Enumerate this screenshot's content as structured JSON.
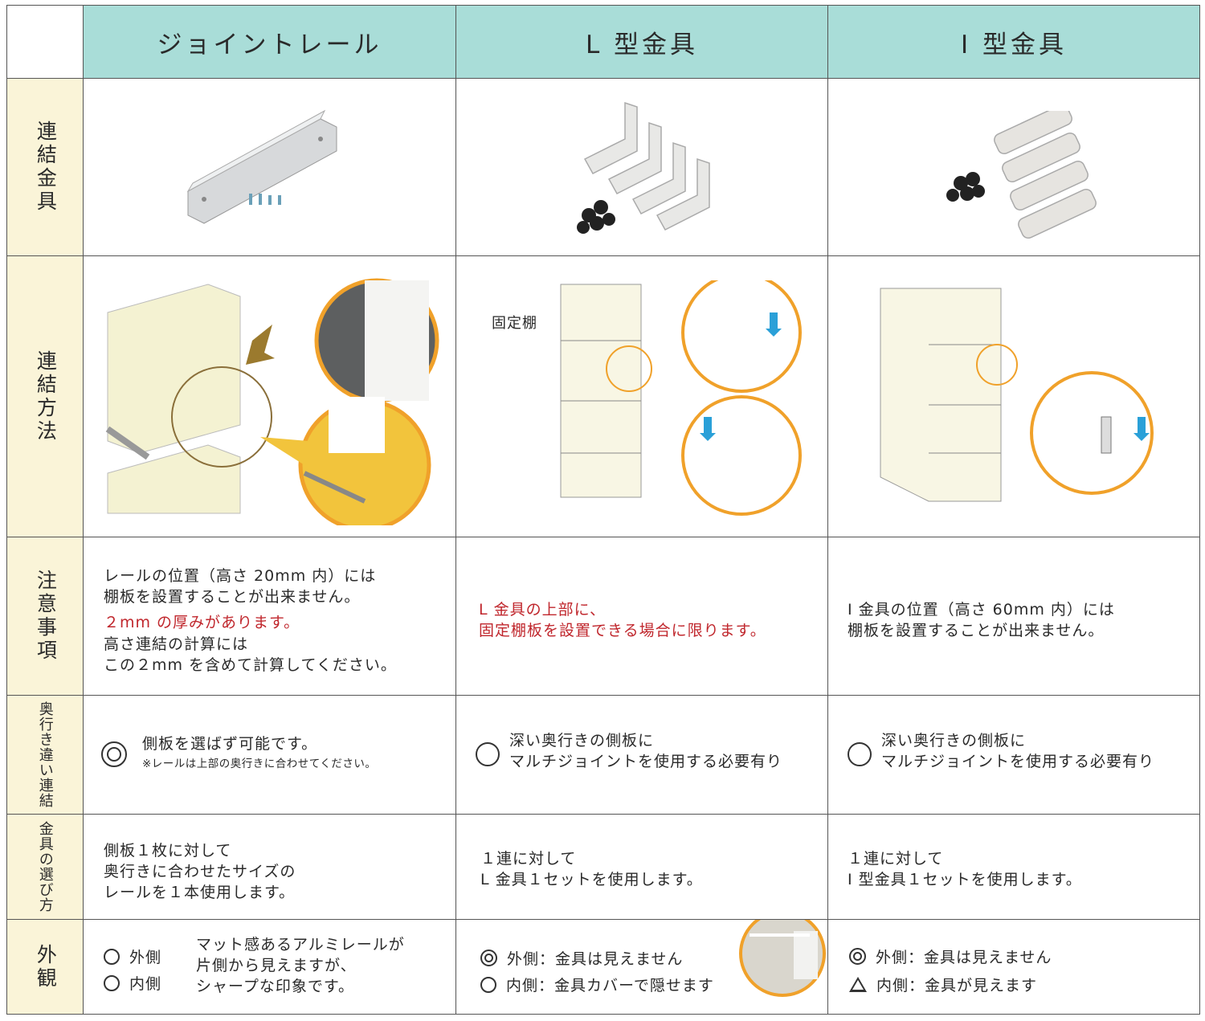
{
  "columns": [
    "ジョイントレール",
    "L 型金具",
    "I 型金具"
  ],
  "rows": {
    "hardware": "連結金具",
    "method": "連結方法",
    "cautions": "注意事項",
    "depth": "奥行き違い連結",
    "choose": "金具の選び方",
    "appearance": "外観"
  },
  "method_label": "固定棚",
  "cautions": {
    "rail": [
      "レールの位置（高さ 20mm 内）には",
      "棚板を設置することが出来ません。"
    ],
    "rail_red": "２mm の厚みがあります。",
    "rail_calc": [
      "高さ連結の計算には",
      "この２mm を含めて計算してください。"
    ],
    "l_red": [
      "L 金具の上部に、",
      "固定棚板を設置できる場合に限ります。"
    ],
    "i": [
      "I 金具の位置（高さ 60mm 内）には",
      "棚板を設置することが出来ません。"
    ]
  },
  "depth": {
    "rail_main": "側板を選ばず可能です。",
    "rail_note": "※レールは上部の奥行きに合わせてください。",
    "l": [
      "深い奥行きの側板に",
      "マルチジョイントを使用する必要有り"
    ],
    "i": [
      "深い奥行きの側板に",
      "マルチジョイントを使用する必要有り"
    ]
  },
  "choose": {
    "rail": [
      "側板１枚に対して",
      "奥行きに合わせたサイズの",
      "レールを１本使用します。"
    ],
    "l": [
      "１連に対して",
      "L 金具１セットを使用します。"
    ],
    "i": [
      "１連に対して",
      "I 型金具１セットを使用します。"
    ]
  },
  "appearance": {
    "rail_outer": "外側",
    "rail_inner": "内側",
    "rail_desc": [
      "マット感あるアルミレールが",
      "片側から見えますが、",
      "シャープな印象です。"
    ],
    "l_outer": "外側：金具は見えません",
    "l_inner": "内側：金具カバーで隠せます",
    "i_outer": "外側：金具は見えません",
    "i_inner": "内側：金具が見えます"
  },
  "colors": {
    "header": "#a9ddd8",
    "label": "#faf4d8",
    "red": "#c0272d",
    "accent": "#f0a12a"
  }
}
